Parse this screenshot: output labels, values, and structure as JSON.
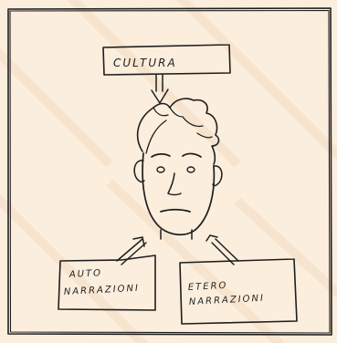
{
  "boxes": {
    "top": "CULTURA",
    "left_line1": "AUTO",
    "left_line2": "NARRAZIONI",
    "right_line1": "ETERO",
    "right_line2": "NARRAZIONI"
  },
  "colors": {
    "paper": "#fbeedd",
    "ink": "#1e1e1e"
  }
}
